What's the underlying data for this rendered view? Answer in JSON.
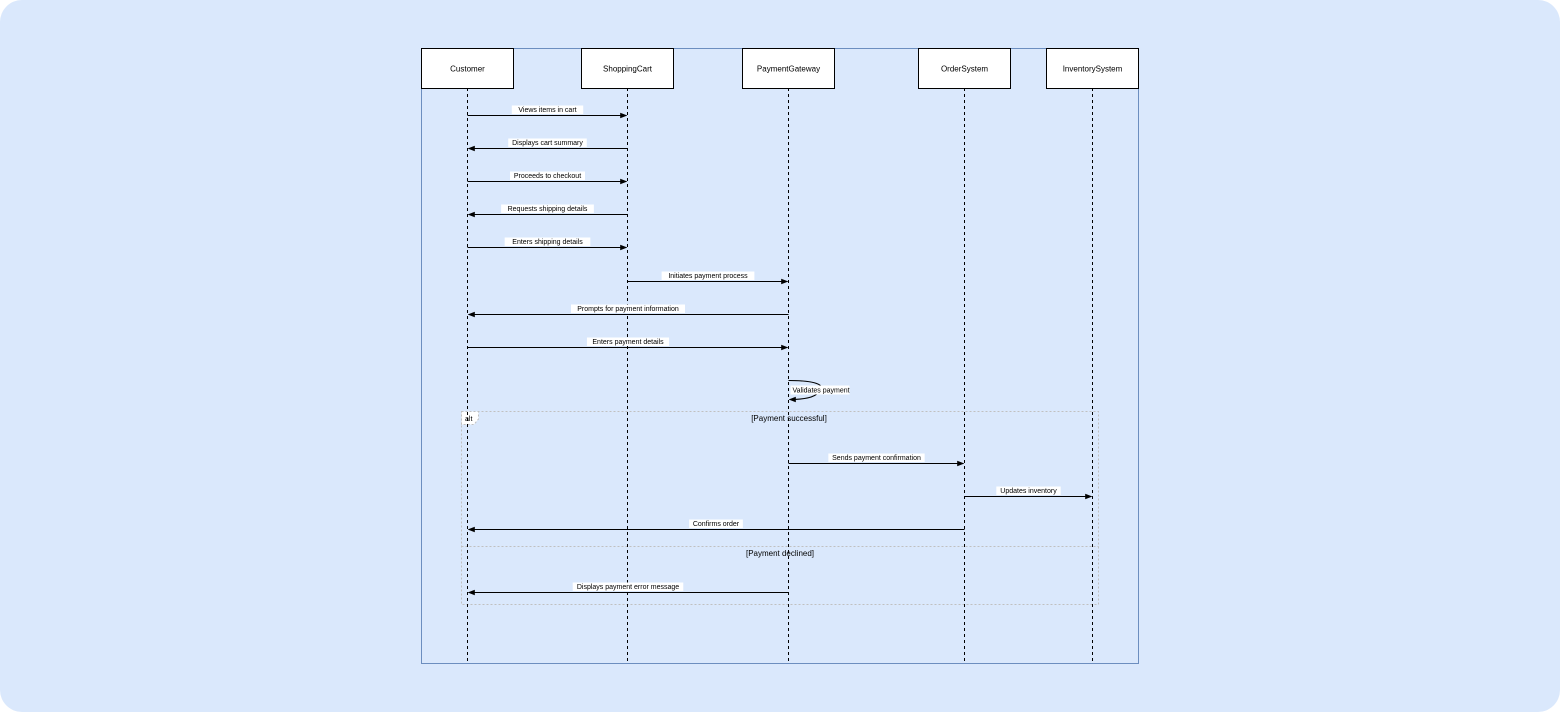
{
  "diagram": {
    "type": "sequence",
    "colors": {
      "background": "#dae8fc",
      "frame_border": "#6c8ebf",
      "actor_fill": "#ffffff",
      "line": "#000000",
      "fragment_border": "#c0c0c0"
    },
    "actors": [
      {
        "id": "customer",
        "label": "Customer"
      },
      {
        "id": "cart",
        "label": "ShoppingCart"
      },
      {
        "id": "gateway",
        "label": "PaymentGateway"
      },
      {
        "id": "order",
        "label": "OrderSystem"
      },
      {
        "id": "inventory",
        "label": "InventorySystem"
      }
    ],
    "messages": [
      {
        "from": "customer",
        "to": "cart",
        "label": "Views items in cart"
      },
      {
        "from": "cart",
        "to": "customer",
        "label": "Displays cart summary"
      },
      {
        "from": "customer",
        "to": "cart",
        "label": "Proceeds to checkout"
      },
      {
        "from": "cart",
        "to": "customer",
        "label": "Requests shipping details"
      },
      {
        "from": "customer",
        "to": "cart",
        "label": "Enters shipping details"
      },
      {
        "from": "cart",
        "to": "gateway",
        "label": "Initiates payment process"
      },
      {
        "from": "gateway",
        "to": "customer",
        "label": "Prompts for payment information"
      },
      {
        "from": "customer",
        "to": "gateway",
        "label": "Enters payment details"
      },
      {
        "from": "gateway",
        "to": "gateway",
        "label": "Validates payment"
      },
      {
        "from": "gateway",
        "to": "order",
        "label": "Sends payment confirmation"
      },
      {
        "from": "order",
        "to": "inventory",
        "label": "Updates inventory"
      },
      {
        "from": "order",
        "to": "customer",
        "label": "Confirms order"
      },
      {
        "from": "gateway",
        "to": "customer",
        "label": "Displays payment error message"
      }
    ],
    "fragment": {
      "operator": "alt",
      "guards": [
        "[Payment successful]",
        "[Payment declined]"
      ]
    }
  }
}
